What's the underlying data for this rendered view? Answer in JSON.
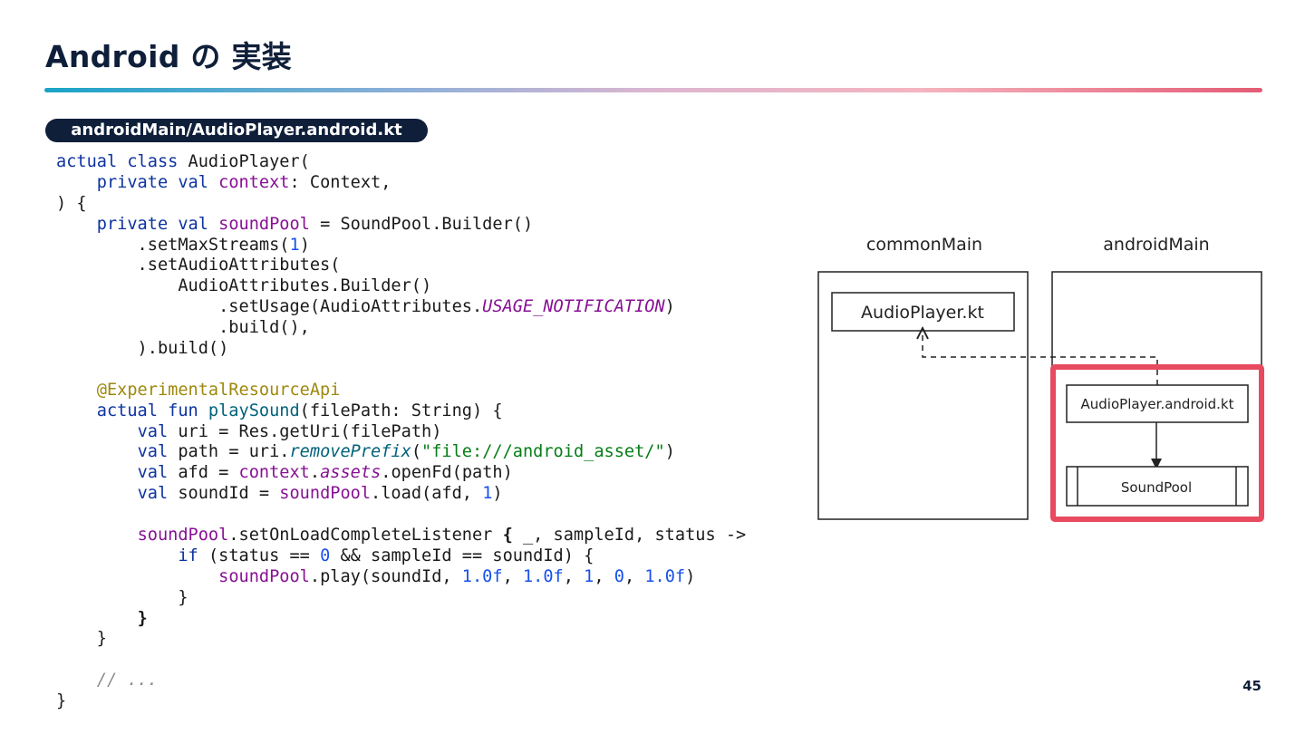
{
  "slide": {
    "title": "Android の 実装",
    "file_label": "androidMain/AudioPlayer.android.kt",
    "page_number": "45"
  },
  "code": {
    "lines": [
      [
        [
          "kw",
          "actual class "
        ],
        [
          "",
          "AudioPlayer("
        ]
      ],
      [
        [
          "",
          "    "
        ],
        [
          "kw",
          "private val "
        ],
        [
          "prop",
          "context"
        ],
        [
          "",
          ": Context,"
        ]
      ],
      [
        [
          "",
          ") {"
        ]
      ],
      [
        [
          "",
          "    "
        ],
        [
          "kw",
          "private val "
        ],
        [
          "prop",
          "soundPool"
        ],
        [
          "",
          " = SoundPool.Builder()"
        ]
      ],
      [
        [
          "",
          "        .setMaxStreams("
        ],
        [
          "num",
          "1"
        ],
        [
          "",
          ")"
        ]
      ],
      [
        [
          "",
          "        .setAudioAttributes("
        ]
      ],
      [
        [
          "",
          "            AudioAttributes.Builder()"
        ]
      ],
      [
        [
          "",
          "                .setUsage(AudioAttributes."
        ],
        [
          "ital",
          "USAGE_NOTIFICATION"
        ],
        [
          "",
          ")"
        ]
      ],
      [
        [
          "",
          "                .build(),"
        ]
      ],
      [
        [
          "",
          "        ).build()"
        ]
      ],
      [
        [
          "",
          ""
        ]
      ],
      [
        [
          "",
          "    "
        ],
        [
          "ann",
          "@ExperimentalResourceApi"
        ]
      ],
      [
        [
          "",
          "    "
        ],
        [
          "kw",
          "actual fun "
        ],
        [
          "fn",
          "playSound"
        ],
        [
          "",
          "(filePath: String) {"
        ]
      ],
      [
        [
          "",
          "        "
        ],
        [
          "kw",
          "val "
        ],
        [
          "",
          "uri = Res.getUri(filePath)"
        ]
      ],
      [
        [
          "",
          "        "
        ],
        [
          "kw",
          "val "
        ],
        [
          "",
          "path = uri."
        ],
        [
          "itfn",
          "removePrefix"
        ],
        [
          "",
          "("
        ],
        [
          "str",
          "\"file:///android_asset/\""
        ],
        [
          "",
          ")"
        ]
      ],
      [
        [
          "",
          "        "
        ],
        [
          "kw",
          "val "
        ],
        [
          "",
          "afd = "
        ],
        [
          "prop",
          "context"
        ],
        [
          "",
          "."
        ],
        [
          "ital",
          "assets"
        ],
        [
          "",
          ".openFd(path)"
        ]
      ],
      [
        [
          "",
          "        "
        ],
        [
          "kw",
          "val "
        ],
        [
          "",
          "soundId = "
        ],
        [
          "prop",
          "soundPool"
        ],
        [
          "",
          ".load(afd, "
        ],
        [
          "num",
          "1"
        ],
        [
          "",
          ")"
        ]
      ],
      [
        [
          "",
          ""
        ]
      ],
      [
        [
          "",
          "        "
        ],
        [
          "prop",
          "soundPool"
        ],
        [
          "",
          ".setOnLoadCompleteListener "
        ],
        [
          "bold",
          "{"
        ],
        [
          "",
          " _, sampleId, status ->"
        ]
      ],
      [
        [
          "",
          "            "
        ],
        [
          "kw",
          "if "
        ],
        [
          "",
          "(status == "
        ],
        [
          "num",
          "0"
        ],
        [
          "",
          " && sampleId == soundId) {"
        ]
      ],
      [
        [
          "",
          "                "
        ],
        [
          "prop",
          "soundPool"
        ],
        [
          "",
          ".play(soundId, "
        ],
        [
          "num",
          "1.0f"
        ],
        [
          "",
          ", "
        ],
        [
          "num",
          "1.0f"
        ],
        [
          "",
          ", "
        ],
        [
          "num",
          "1"
        ],
        [
          "",
          ", "
        ],
        [
          "num",
          "0"
        ],
        [
          "",
          ", "
        ],
        [
          "num",
          "1.0f"
        ],
        [
          "",
          ")"
        ]
      ],
      [
        [
          "",
          "            }"
        ]
      ],
      [
        [
          "",
          "        "
        ],
        [
          "bold",
          "}"
        ]
      ],
      [
        [
          "",
          "    }"
        ]
      ],
      [
        [
          "",
          ""
        ]
      ],
      [
        [
          "",
          "    "
        ],
        [
          "cmt",
          "// ..."
        ]
      ],
      [
        [
          "",
          "}"
        ]
      ]
    ]
  },
  "diagram": {
    "columns": {
      "common": "commonMain",
      "android": "androidMain"
    },
    "nodes": {
      "common_file": "AudioPlayer.kt",
      "android_file": "AudioPlayer.android.kt",
      "sound_pool": "SoundPool"
    },
    "colors": {
      "highlight": "#e84a5f",
      "navy": "#0f1f3a"
    }
  }
}
